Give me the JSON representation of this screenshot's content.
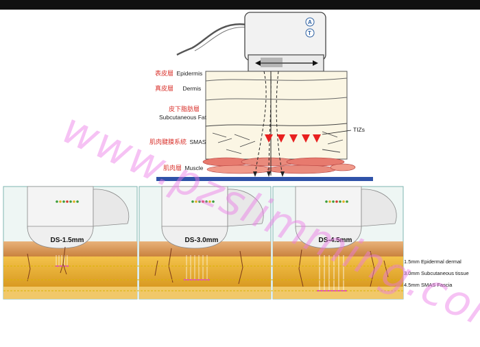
{
  "device": {
    "button_top": "A",
    "button_bottom": "T"
  },
  "layers": [
    {
      "id": "epidermis",
      "zh": "表皮層",
      "en": "Epidermis"
    },
    {
      "id": "dermis",
      "zh": "真皮層",
      "en": "Dermis"
    },
    {
      "id": "fat",
      "zh": "皮下脂肪層",
      "en": "Subcutaneous Fat"
    },
    {
      "id": "smas",
      "zh": "肌肉腱膜系統",
      "en": "SMAS"
    },
    {
      "id": "muscle",
      "zh": "肌肉層",
      "en": "Muscle"
    }
  ],
  "tizs_label": "TIZs",
  "watermark": "www.pzslimming.com",
  "cartridges": [
    {
      "label": "DS-1.5mm"
    },
    {
      "label": "DS-3.0mm"
    },
    {
      "label": "DS-4.5mm"
    }
  ],
  "depth_labels": {
    "d15": "1.5mm Epidermal dermal",
    "d30": "3.0mm Subcutaneous tissue",
    "d45": "4.5mm SMAS Fascia"
  },
  "colors": {
    "text_red": "#d9322c",
    "base_blue": "#2f52a8",
    "tiz_red": "#e8201f",
    "depth_line": "#d9b400"
  }
}
